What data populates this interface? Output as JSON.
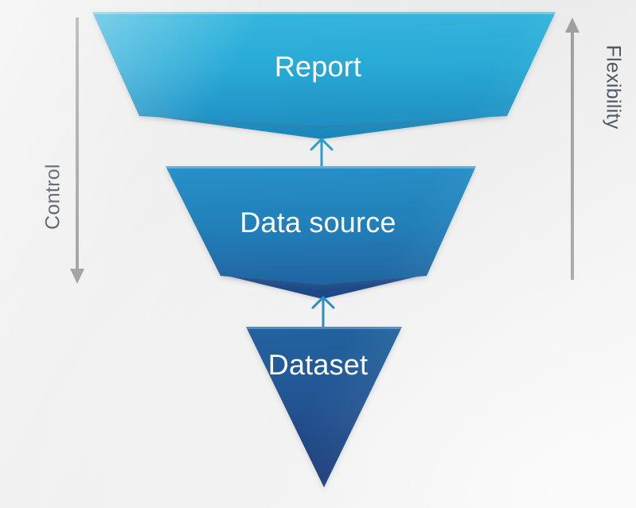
{
  "diagram": {
    "title": "Report / Data source / Dataset funnel",
    "background_color": "#f1f1f1",
    "stages": [
      {
        "id": "report",
        "label": "Report",
        "level": 1,
        "fill_top": "#2fb2db",
        "fill_bottom": "#2095c8",
        "shape": "notched-trapezoid"
      },
      {
        "id": "data-source",
        "label": "Data source",
        "level": 2,
        "fill_top": "#2489c2",
        "fill_bottom": "#21518f",
        "shape": "notched-trapezoid"
      },
      {
        "id": "dataset",
        "label": "Dataset",
        "level": 3,
        "fill_top": "#2160a0",
        "fill_bottom": "#1e3c7c",
        "shape": "inverted-triangle"
      }
    ],
    "connectors": [
      {
        "id": "dataset-to-data-source",
        "from": "dataset",
        "to": "data-source",
        "direction": "up",
        "color": "#2a8fc4"
      },
      {
        "id": "data-source-to-report",
        "from": "data-source",
        "to": "report",
        "direction": "up",
        "color": "#2a9ecd"
      }
    ],
    "axes": [
      {
        "id": "control",
        "label": "Control",
        "side": "left",
        "direction": "down",
        "color": "#9b9b9b",
        "text_color": "#39424f"
      },
      {
        "id": "flexibility",
        "label": "Flexibility",
        "side": "right",
        "direction": "up",
        "color": "#9b9b9b",
        "text_color": "#39424f"
      }
    ]
  }
}
